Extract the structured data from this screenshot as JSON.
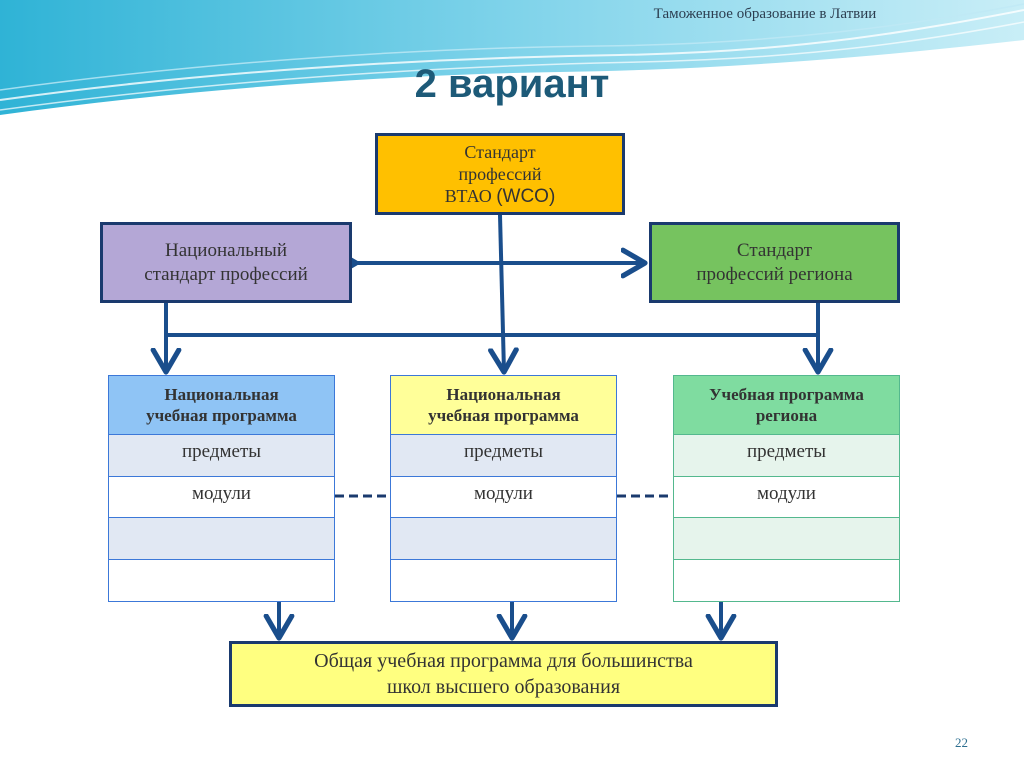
{
  "header": {
    "note": "Таможенное образование в Латвии",
    "title": "2 вариант"
  },
  "boxes": {
    "wco": {
      "lines": [
        "Стандарт",
        "профессий"
      ],
      "tail_prefix": "ВТАО",
      "tail_latin": "(WCO)"
    },
    "national": {
      "lines": [
        "Национальный",
        "стандарт профессий"
      ]
    },
    "region": {
      "lines": [
        "Стандарт",
        "профессий региона"
      ]
    },
    "general": {
      "lines": [
        "Общая учебная программа для большинства",
        "школ высшего образования"
      ]
    }
  },
  "tables": [
    {
      "header": [
        "Национальная",
        "учебная программа"
      ],
      "rows": [
        "предметы",
        "модули",
        "",
        ""
      ]
    },
    {
      "header": [
        "Национальная",
        "учебная программа"
      ],
      "rows": [
        "предметы",
        "модули",
        "",
        ""
      ]
    },
    {
      "header": [
        "Учебная программа",
        "региона"
      ],
      "rows": [
        "предметы",
        "модули",
        "",
        ""
      ]
    }
  ],
  "footer": {
    "page_number": "22"
  },
  "colors": {
    "wco": "#ffc000",
    "national": "#b4a7d6",
    "region": "#76c35f",
    "general": "#ffff80",
    "arrow": "#1a4e8c",
    "title": "#1d5a78"
  }
}
